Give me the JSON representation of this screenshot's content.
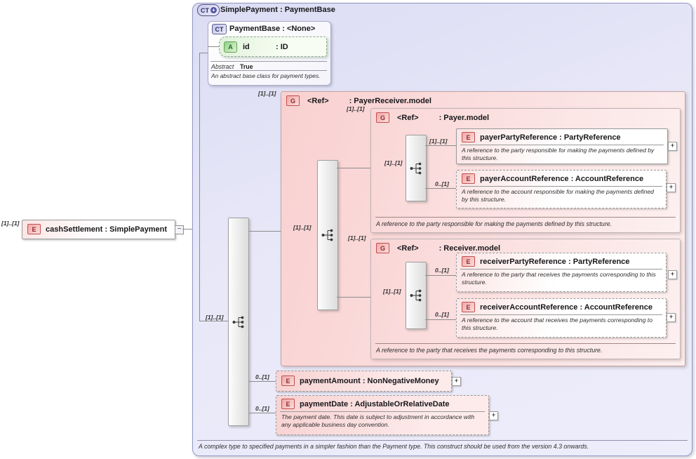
{
  "root": {
    "cardinality": "[1]..[1]",
    "badge": "E",
    "title": "cashSettlement : SimplePayment",
    "collapse_glyph": "−"
  },
  "container": {
    "badge": "CT",
    "plus_glyph": "+",
    "title": "SimplePayment : PaymentBase",
    "footer": "A complex type to specified payments in a simpler fashion than the Payment type. This construct should be used from the version 4.3 onwards."
  },
  "base_type": {
    "badge": "CT",
    "title": "PaymentBase : <None>",
    "attribute": {
      "badge": "A",
      "name": "id",
      "type": ": ID"
    },
    "abstract_label": "Abstract",
    "abstract_value": "True",
    "description": "An abstract base class for payment types."
  },
  "sequence": {
    "main_cardinality": "[1]..[1]"
  },
  "groups": {
    "payer_receiver": {
      "badge": "G",
      "ref": "<Ref>",
      "type": ": PayerReceiver.model",
      "group_cardinality": "[1]..[1]",
      "seq_cardinality": "[1]..[1]"
    },
    "payer": {
      "badge": "G",
      "ref": "<Ref>",
      "type": ": Payer.model",
      "group_cardinality": "[1]..[1]",
      "seq_cardinality": "[1]..[1]",
      "footer": "A reference to the party responsible for making the payments defined by this structure."
    },
    "receiver": {
      "badge": "G",
      "ref": "<Ref>",
      "type": ": Receiver.model",
      "group_cardinality": "[1]..[1]",
      "seq_cardinality": "[1]..[1]",
      "footer": "A reference to the party that receives the payments corresponding to this structure."
    }
  },
  "elements": {
    "payer_party": {
      "badge": "E",
      "cardinality": "[1]..[1]",
      "expand": "+",
      "title": "payerPartyReference : PartyReference",
      "desc": "A reference to the party responsible for making the payments defined by this structure."
    },
    "payer_account": {
      "badge": "E",
      "cardinality": "0..[1]",
      "expand": "+",
      "title": "payerAccountReference : AccountReference",
      "desc": "A reference to the account responsible for making the payments defined by this structure."
    },
    "receiver_party": {
      "badge": "E",
      "cardinality": "0..[1]",
      "expand": "+",
      "title": "receiverPartyReference : PartyReference",
      "desc": "A reference to the party that receives the payments corresponding to this structure."
    },
    "receiver_account": {
      "badge": "E",
      "cardinality": "0..[1]",
      "expand": "+",
      "title": "receiverAccountReference : AccountReference",
      "desc": "A reference to the account that receives the payments corresponding to this structure."
    },
    "payment_amount": {
      "badge": "E",
      "cardinality": "0..[1]",
      "expand": "+",
      "title": "paymentAmount : NonNegativeMoney"
    },
    "payment_date": {
      "badge": "E",
      "cardinality": "0..[1]",
      "expand": "+",
      "title": "paymentDate : AdjustableOrRelativeDate",
      "desc": "The payment date. This date is subject to adjustment in accordance with any applicable business day convention."
    }
  }
}
